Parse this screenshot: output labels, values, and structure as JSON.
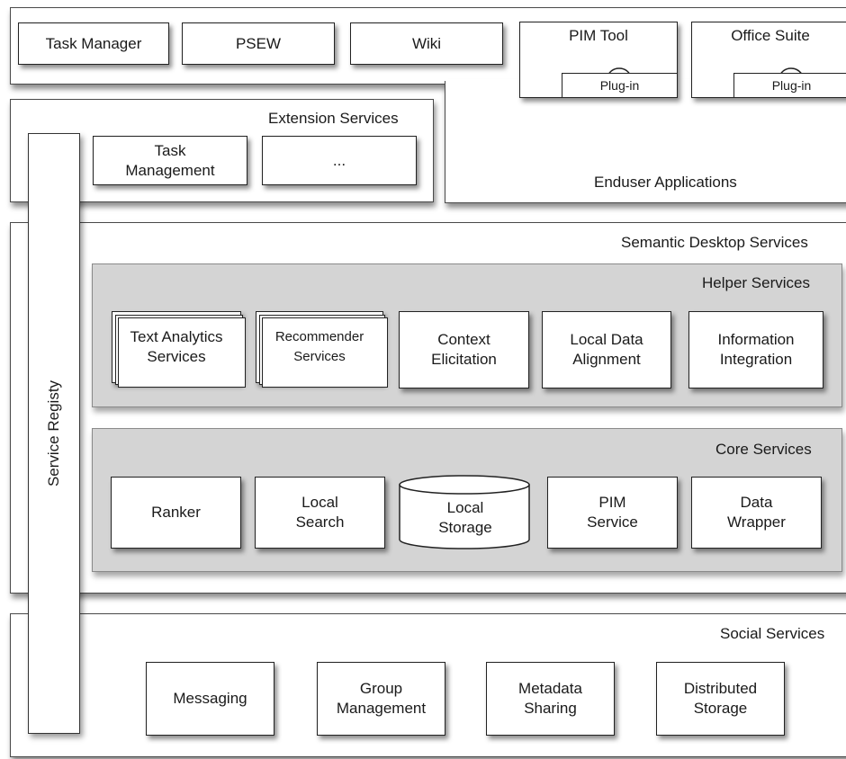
{
  "enduser": {
    "label": "Enduser Applications",
    "apps": [
      "Task Manager",
      "PSEW",
      "Wiki"
    ],
    "pim_tool": "PIM Tool",
    "office_suite": "Office Suite",
    "plugin": "Plug-in"
  },
  "extension": {
    "label": "Extension Services",
    "task_management": "Task\nManagement",
    "ellipsis": "..."
  },
  "registry": {
    "label": "Service Registy"
  },
  "semantic": {
    "label": "Semantic Desktop Services"
  },
  "helper": {
    "label": "Helper Services",
    "items": [
      "Text Analytics\nServices",
      "Recommender\nServices",
      "Context\nElicitation",
      "Local Data\nAlignment",
      "Information\nIntegration"
    ]
  },
  "core": {
    "label": "Core Services",
    "items": [
      "Ranker",
      "Local\nSearch",
      "Local\nStorage",
      "PIM\nService",
      "Data\nWrapper"
    ]
  },
  "social": {
    "label": "Social Services",
    "items": [
      "Messaging",
      "Group\nManagement",
      "Metadata\nSharing",
      "Distributed\nStorage"
    ]
  }
}
